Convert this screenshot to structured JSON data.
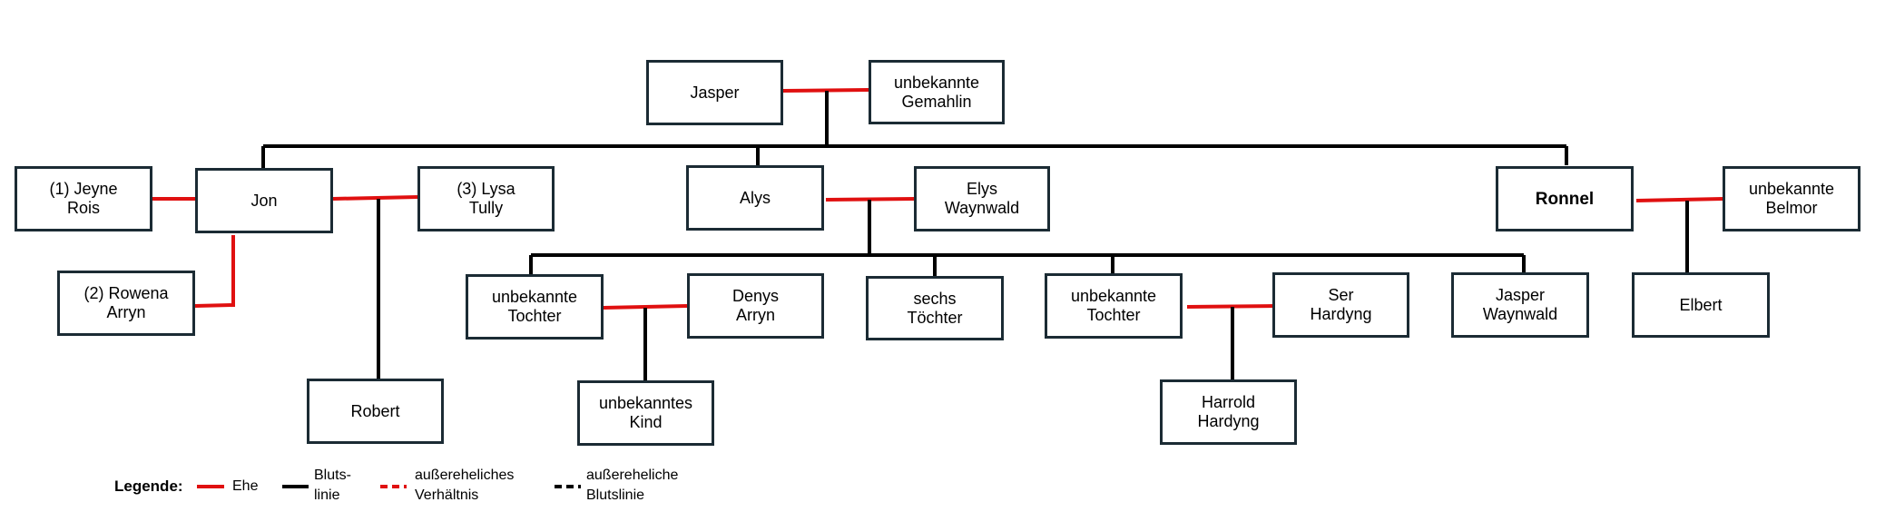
{
  "colors": {
    "marriage": "#e01010",
    "blood": "#000000",
    "border": "#1b2b34"
  },
  "persons": {
    "jasper": "Jasper",
    "unk_gemahlin": "unbekannte\nGemahlin",
    "jeyne": "(1) Jeyne\nRois",
    "jon": "Jon",
    "lysa": "(3) Lysa\nTully",
    "rowena": "(2) Rowena\nArryn",
    "robert": "Robert",
    "alys": "Alys",
    "elys": "Elys\nWaynwald",
    "ronnel": "Ronnel",
    "belmor": "unbekannte\nBelmor",
    "elbert": "Elbert",
    "tochter1": "unbekannte\nTochter",
    "denys": "Denys\nArryn",
    "kind": "unbekanntes\nKind",
    "sechs": "sechs\nTöchter",
    "tochter2": "unbekannte\nTochter",
    "ser_hardyng": "Ser\nHardyng",
    "harrold": "Harrold\nHardyng",
    "jasper_w": "Jasper\nWaynwald"
  },
  "legend": {
    "title": "Legende:",
    "ehe": "Ehe",
    "blutslinie": "Bluts-\nlinie",
    "verhaeltnis": "außereheliches\nVerhältnis",
    "ausser_blutslinie": "außereheliche\nBlutslinie"
  }
}
